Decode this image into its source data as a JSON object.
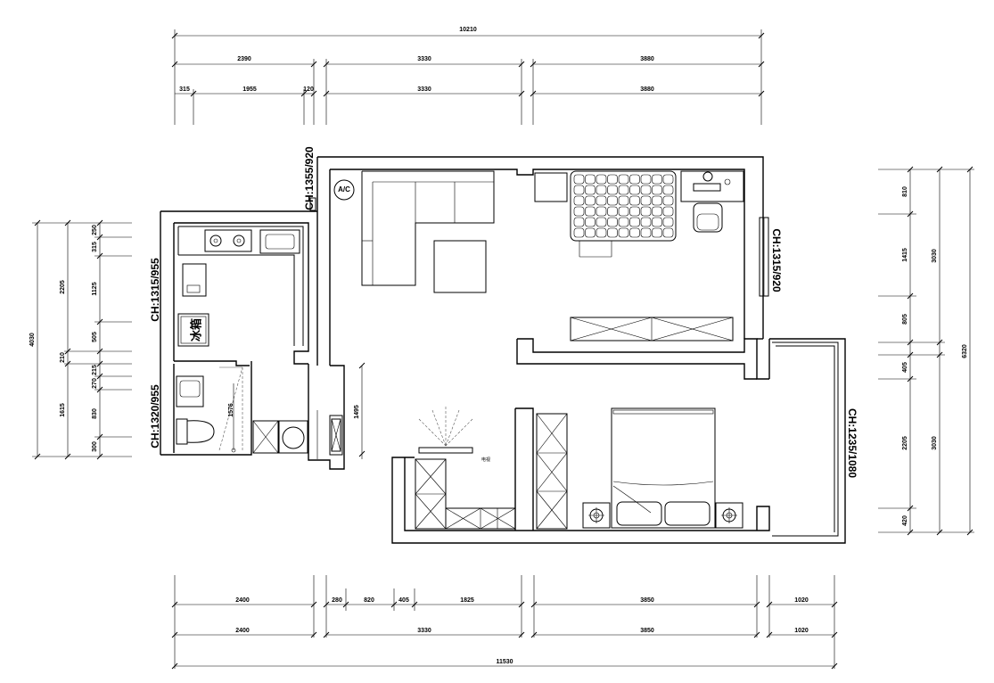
{
  "dimensions": {
    "top_total": "10210",
    "top_row2": [
      "2390",
      "3330",
      "3880"
    ],
    "top_row3": [
      "315",
      "1955",
      "120",
      "3330",
      "3880"
    ],
    "bottom_row1": [
      "2400",
      "280",
      "820",
      "405",
      "1825",
      "3850",
      "1020"
    ],
    "bottom_row2": [
      "2400",
      "3330",
      "3850",
      "1020"
    ],
    "bottom_total": "11530",
    "left_outer": "4030",
    "left_mid": [
      "2205",
      "210",
      "1615"
    ],
    "left_inner": [
      "250",
      "315",
      "1125",
      "505",
      "215",
      "270",
      "830",
      "300"
    ],
    "right_inner": [
      "810",
      "1415",
      "805",
      "405",
      "2205",
      "420"
    ],
    "right_mid": [
      "3030",
      "3030"
    ],
    "right_outer": "6320",
    "kitchen_inner": "1495",
    "bath_inner": "1576"
  },
  "ceiling_heights": {
    "top": "CH:1355/920",
    "kitchen": "CH:1315/955",
    "bathroom": "CH:1320/955",
    "study": "CH:1315/920",
    "balcony": "CH:1235/1080"
  },
  "labels": {
    "ac": "A/C",
    "fridge": "冰箱",
    "tv": "电视"
  },
  "icons": [
    "ac-icon",
    "sofa-icon",
    "stove-icon",
    "sink-icon",
    "fridge-icon",
    "toilet-icon",
    "washer-icon",
    "bed-icon",
    "lamp-icon",
    "chair-icon",
    "computer-icon"
  ]
}
